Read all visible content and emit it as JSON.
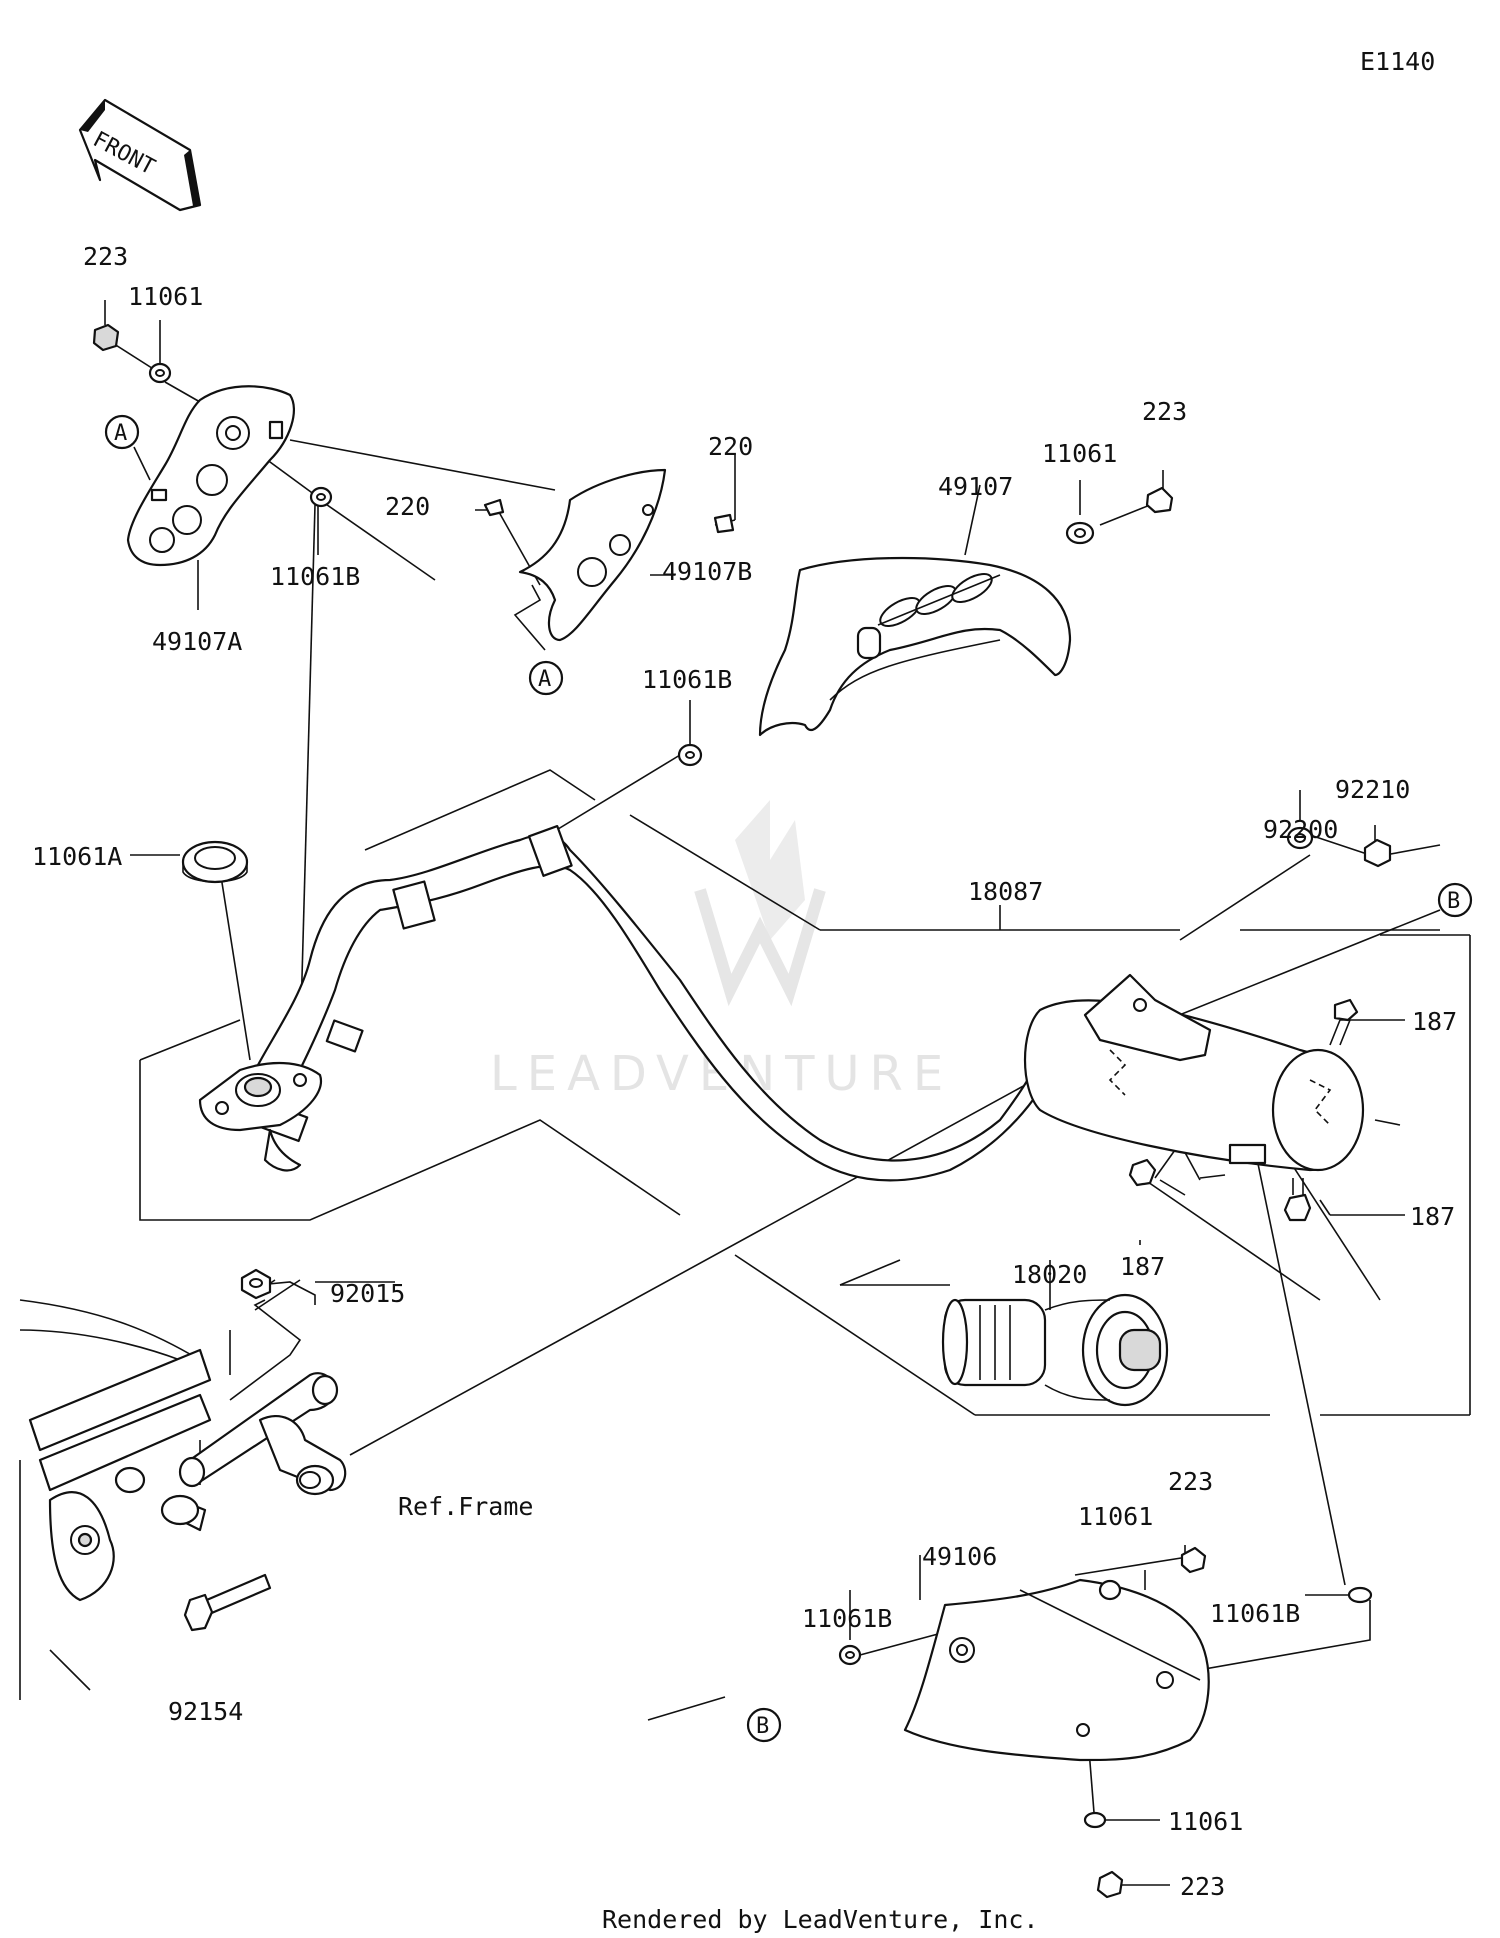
{
  "diagram_code": "E1140",
  "front_label": "FRONT",
  "watermark": "LEADVENTURE",
  "footer": "Rendered by LeadVenture, Inc.",
  "ref_labels": {
    "a": "A",
    "b": "B"
  },
  "parts": {
    "p223": "223",
    "p11061": "11061",
    "p11061a": "11061A",
    "p11061b": "11061B",
    "p49107a": "49107A",
    "p49107b": "49107B",
    "p49107": "49107",
    "p220": "220",
    "p92200": "92200",
    "p92210": "92210",
    "p18087": "18087",
    "p187": "187",
    "p92015": "92015",
    "p18020": "18020",
    "ref_frame": "Ref.Frame",
    "p92154": "92154",
    "p49106": "49106"
  }
}
